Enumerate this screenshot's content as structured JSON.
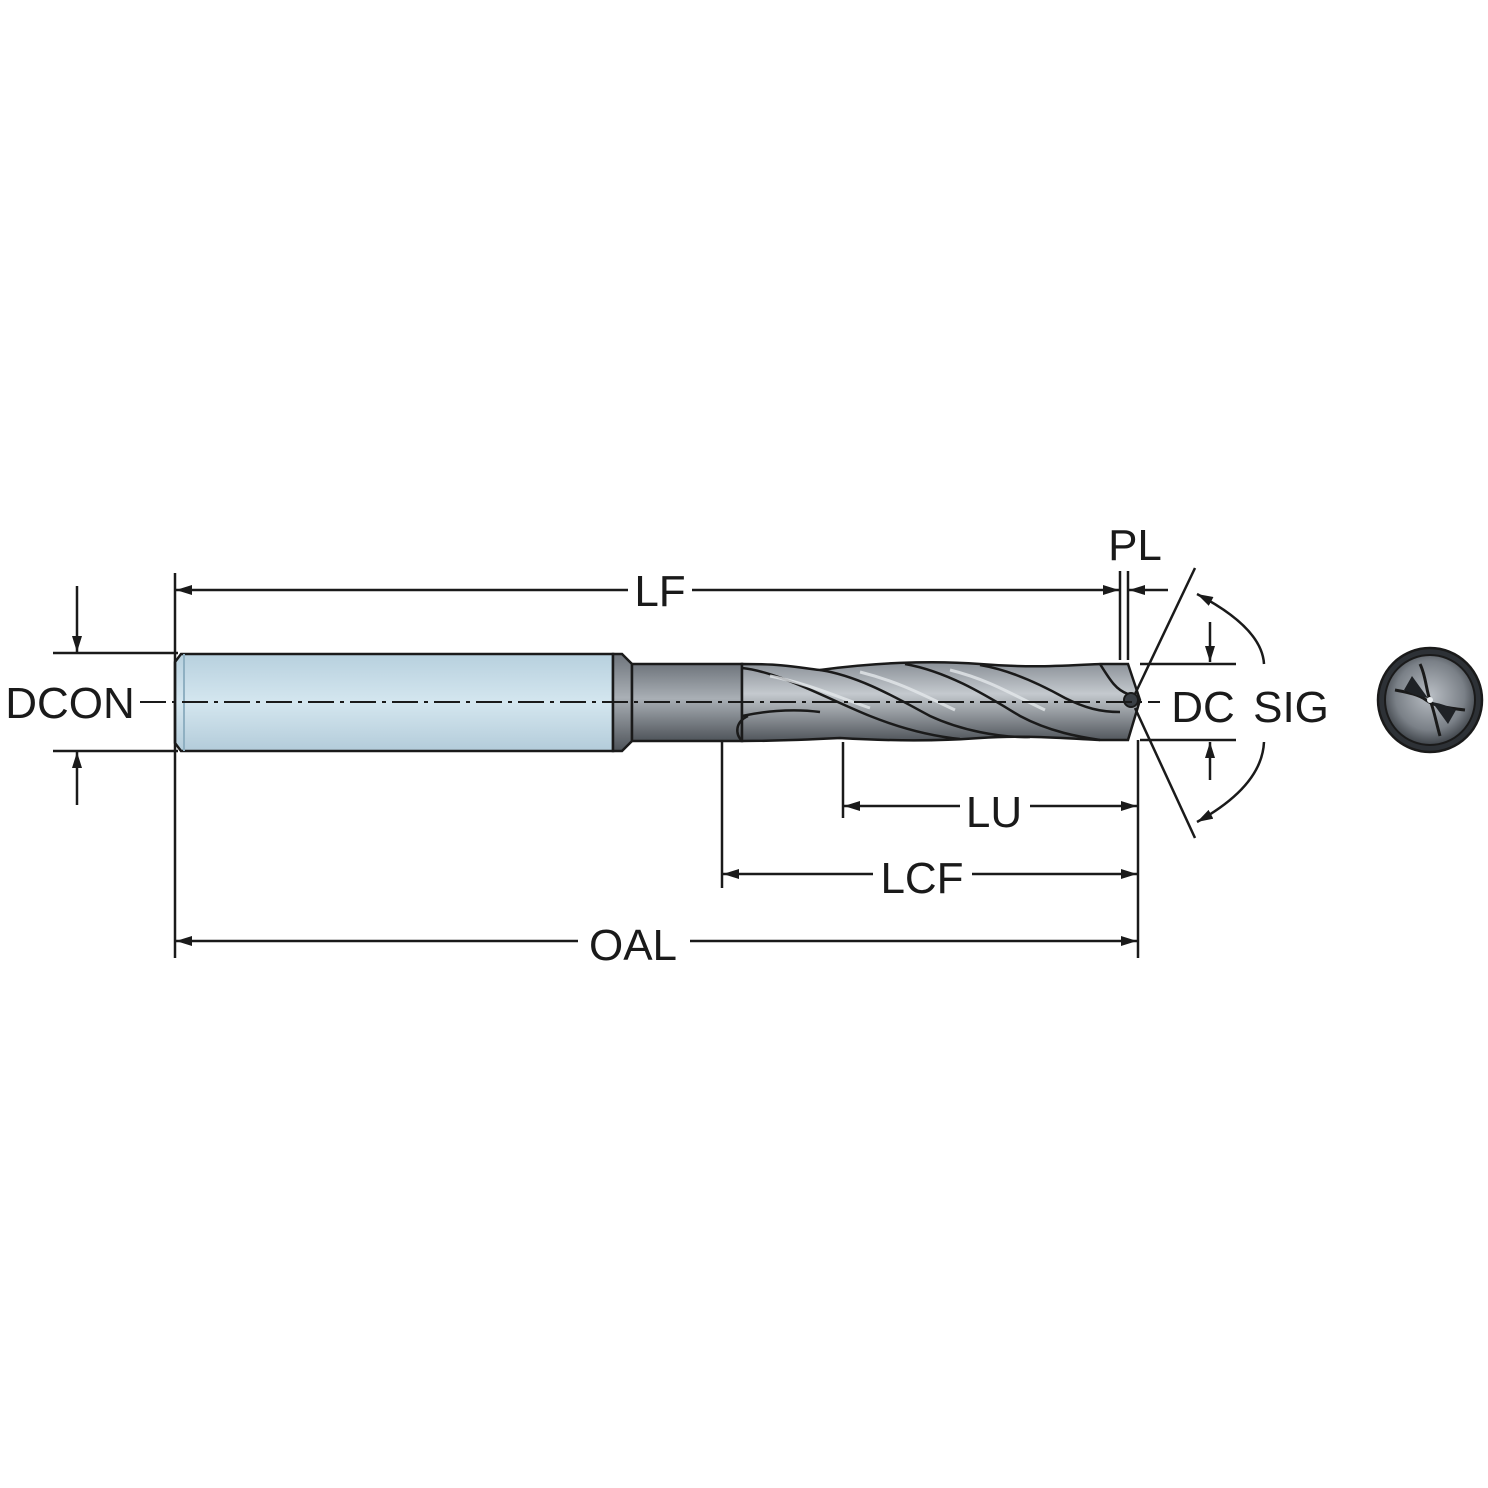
{
  "labels": {
    "dcon": "DCON",
    "lf": "LF",
    "pl": "PL",
    "dc": "DC",
    "sig": "SIG",
    "lu": "LU",
    "lcf": "LCF",
    "oal": "OAL"
  },
  "colors": {
    "line": "#1a1a1a",
    "shank": "#c9dde8",
    "body_dark": "#5c6168",
    "body_mid": "#8d949c",
    "body_light": "#c6cbd0"
  }
}
